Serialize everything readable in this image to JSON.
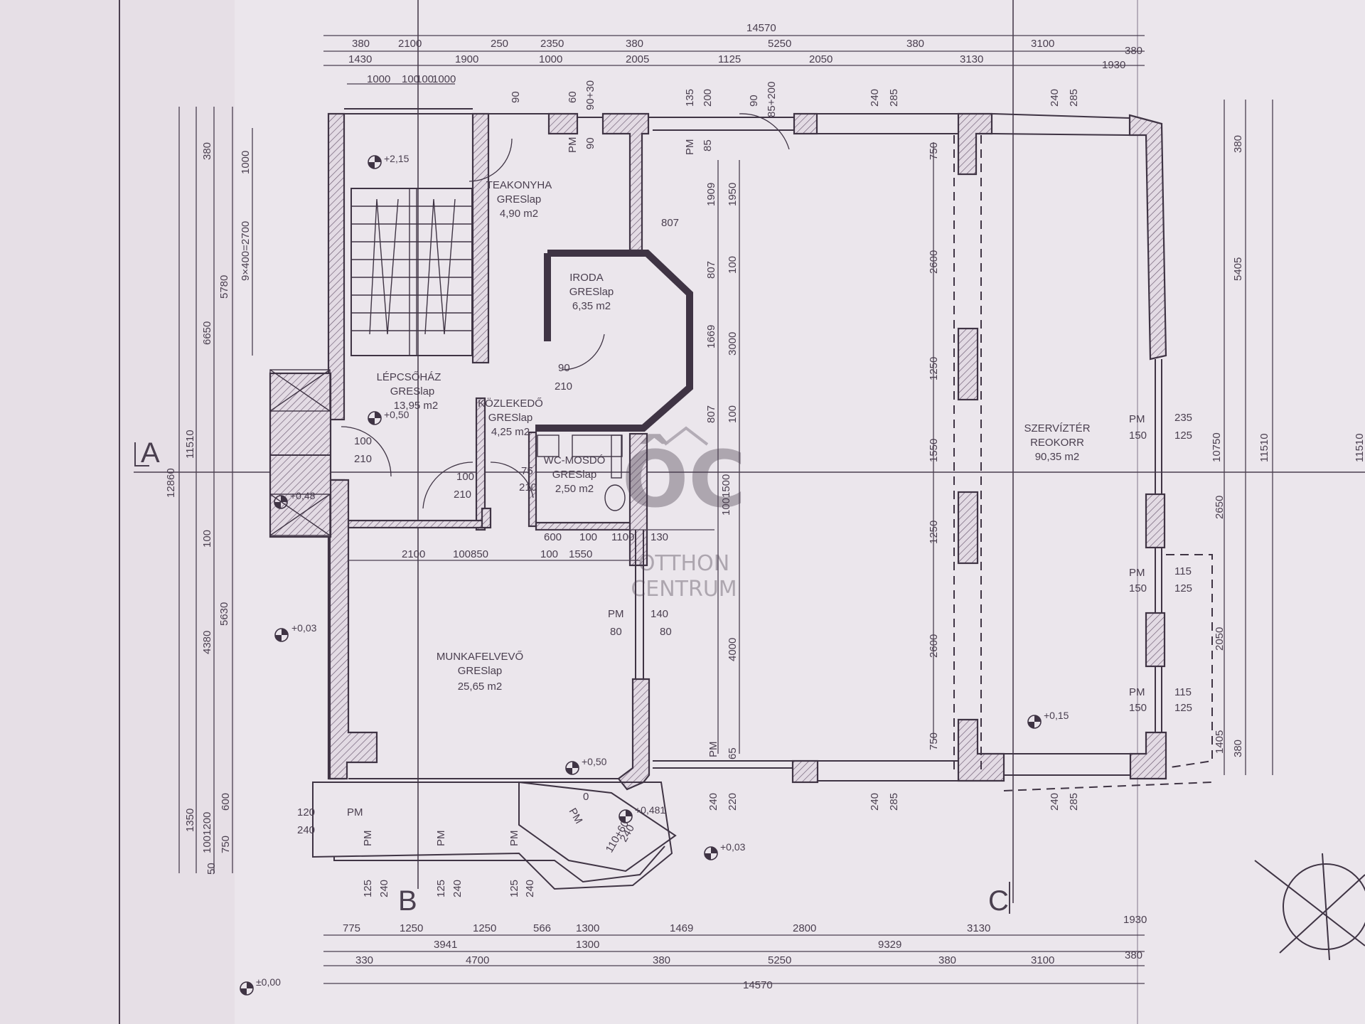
{
  "axes": {
    "a": "A",
    "b": "B",
    "c": "C"
  },
  "rooms": [
    {
      "name": "TEAKONYHA",
      "floor": "GRESlap",
      "area": "4,90 m2"
    },
    {
      "name": "IRODA",
      "floor": "GRESlap",
      "area": "6,35 m2"
    },
    {
      "name": "LÉPCSŐHÁZ",
      "floor": "GRESlap",
      "area": "13,95 m2"
    },
    {
      "name": "KÖZLEKEDŐ",
      "floor": "GRESlap",
      "area": "4,25 m2"
    },
    {
      "name": "WC-MOSDÓ",
      "floor": "GRESlap",
      "area": "2,50 m2"
    },
    {
      "name": "SZERVÍZTÉR",
      "floor": "REOKORR",
      "area": "90,35 m2"
    },
    {
      "name": "MUNKAFELVEVŐ",
      "floor": "GRESlap",
      "area": "25,65 m2"
    }
  ],
  "levels": [
    "+2,15",
    "+0,50",
    "+0,48",
    "+0,03",
    "+0,50",
    "+0,481",
    "+0,03",
    "+0,15",
    "±0,00"
  ],
  "dims_top": {
    "total": "14570",
    "row1": [
      "380",
      "2100",
      "250",
      "2350",
      "380",
      "5250",
      "380",
      "3100",
      "380"
    ],
    "row2": [
      "1430",
      "1900",
      "1000",
      "2005",
      "1125",
      "2050",
      "3130",
      "1930"
    ],
    "row3": [
      "1000",
      "100",
      "100",
      "1000"
    ]
  },
  "dims_bottom": {
    "row1": [
      "775",
      "1250",
      "1250",
      "566",
      "1300",
      "1469",
      "2800",
      "3130",
      "1930"
    ],
    "row2": [
      "3941",
      "1300",
      "9329"
    ],
    "row3": [
      "330",
      "4700",
      "380",
      "5250",
      "380",
      "3100",
      "380"
    ],
    "total": "14570"
  },
  "dims_left": [
    "380",
    "1000",
    "9×400=2700",
    "5780",
    "6650",
    "11510",
    "12860",
    "100",
    "5630",
    "4380",
    "1350",
    "1001200",
    "600",
    "750",
    "50"
  ],
  "dims_right": [
    "380",
    "5405",
    "10750",
    "11510",
    "2650",
    "2050",
    "1405",
    "380",
    "11510"
  ],
  "dims_inner": [
    "90",
    "60",
    "90+30",
    "135",
    "200",
    "90",
    "85+200",
    "240",
    "285",
    "240",
    "285",
    "750",
    "807",
    "1909",
    "1950",
    "2600",
    "807",
    "100",
    "1669",
    "3000",
    "807",
    "100",
    "1250",
    "1550",
    "1250",
    "2600",
    "1500",
    "100",
    "4000",
    "750",
    "90",
    "210",
    "100",
    "210",
    "100",
    "210",
    "75",
    "210",
    "600",
    "100",
    "1100",
    "130",
    "2100",
    "100",
    "850",
    "100",
    "1550",
    "140",
    "80",
    "80",
    "235",
    "125",
    "150",
    "115",
    "125",
    "150",
    "115",
    "125",
    "150",
    "65",
    "220",
    "240",
    "285",
    "240",
    "285",
    "240",
    "120",
    "240",
    "125",
    "240",
    "125",
    "240",
    "125",
    "240",
    "110+60",
    "240",
    "0"
  ],
  "pm_labels": [
    "PM",
    "90",
    "PM",
    "85",
    "PM",
    "150",
    "PM",
    "150",
    "PM",
    "150",
    "PM",
    "80",
    "PM",
    "PM",
    "PM",
    "PM",
    "PM",
    "PM",
    "0"
  ],
  "watermark": {
    "logo": "ÔC",
    "line1": "OTTHON",
    "line2": "CENTRUM"
  }
}
